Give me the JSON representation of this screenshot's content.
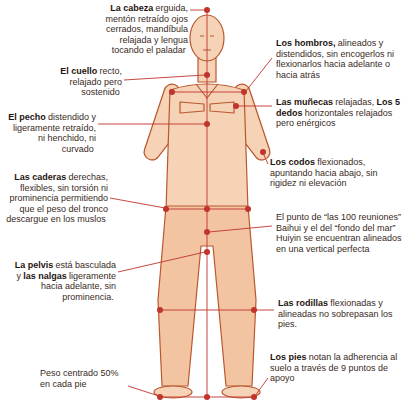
{
  "diagram": {
    "labels": [
      "La cabeza",
      "erguida, mentón retraído ojos cerrados, mandíbula relajada y lengua tocando el paladar",
      "Los hombros,",
      "alineados y distendidos, sin encogerlos ni flexionarlos hacia adelante o hacia atrás",
      "El cuello",
      "recto, relajado pero sostenido",
      "El pecho",
      "distendido y ligeramente retraído, ni henchido, ni curvado",
      "Las muñecas",
      "relajadas,",
      "Los 5 dedos",
      "horizontales relajados pero enérgicos",
      "Los codos",
      "flexionados, apuntando hacia abajo, sin rigidez ni elevación",
      "Las caderas",
      "derechas, flexibles, sin torsión ni prominencia permitiendo que el peso del tronco descargue en los muslos",
      "El punto de “las 100 reuniones” Baihui y el del “fondo del mar” Huiyin se encuentran alineados en una vertical perfecta",
      "La pelvis",
      "está basculada y",
      "las nalgas",
      "ligeramente hacia adelante, sin prominencia.",
      "Las rodillas",
      "flexionadas y alineadas no sobrepasan los pies.",
      "Peso centrado 50% en cada pie",
      "Los pies",
      "notan la adherencia al suelo a través de 9 puntos de apoyo"
    ]
  }
}
